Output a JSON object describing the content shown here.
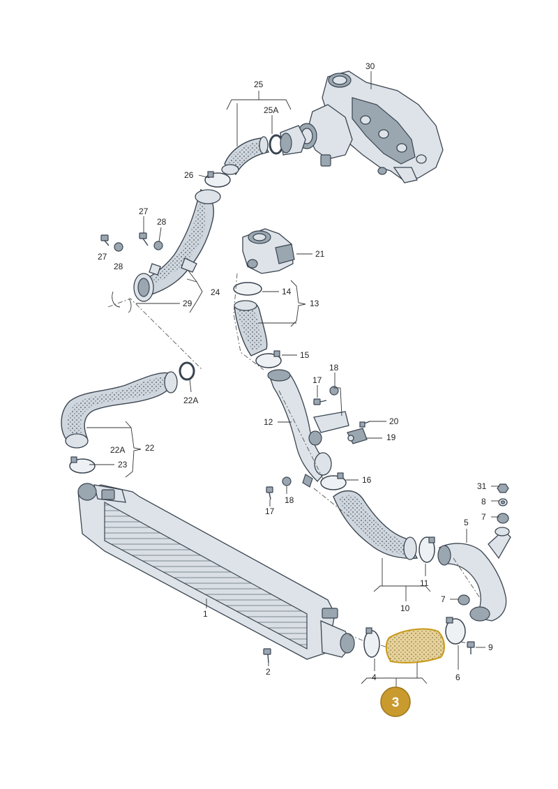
{
  "colors": {
    "background": "#ffffff",
    "line": "#3a4450",
    "part_fill": "#d4dbe1",
    "highlight_fill": "#e3cf96",
    "highlight_stroke": "#c89a1c",
    "badge": "#c99a2e",
    "badge_text": "#ffffff"
  },
  "highlight_badge": "3",
  "labels": {
    "l1": "1",
    "l2": "2",
    "l4": "4",
    "l5": "5",
    "l6": "6",
    "l7a": "7",
    "l7b": "7",
    "l8": "8",
    "l9": "9",
    "l10": "10",
    "l11": "11",
    "l12": "12",
    "l13": "13",
    "l14": "14",
    "l15": "15",
    "l16": "16",
    "l17a": "17",
    "l17b": "17",
    "l18a": "18",
    "l18b": "18",
    "l19": "19",
    "l20": "20",
    "l21": "21",
    "l22": "22",
    "l22a_top": "22A",
    "l22a_mid": "22A",
    "l23": "23",
    "l24": "24",
    "l25": "25",
    "l25a": "25A",
    "l26": "26",
    "l27a": "27",
    "l27b": "27",
    "l28a": "28",
    "l28b": "28",
    "l29": "29",
    "l30": "30",
    "l31": "31"
  }
}
